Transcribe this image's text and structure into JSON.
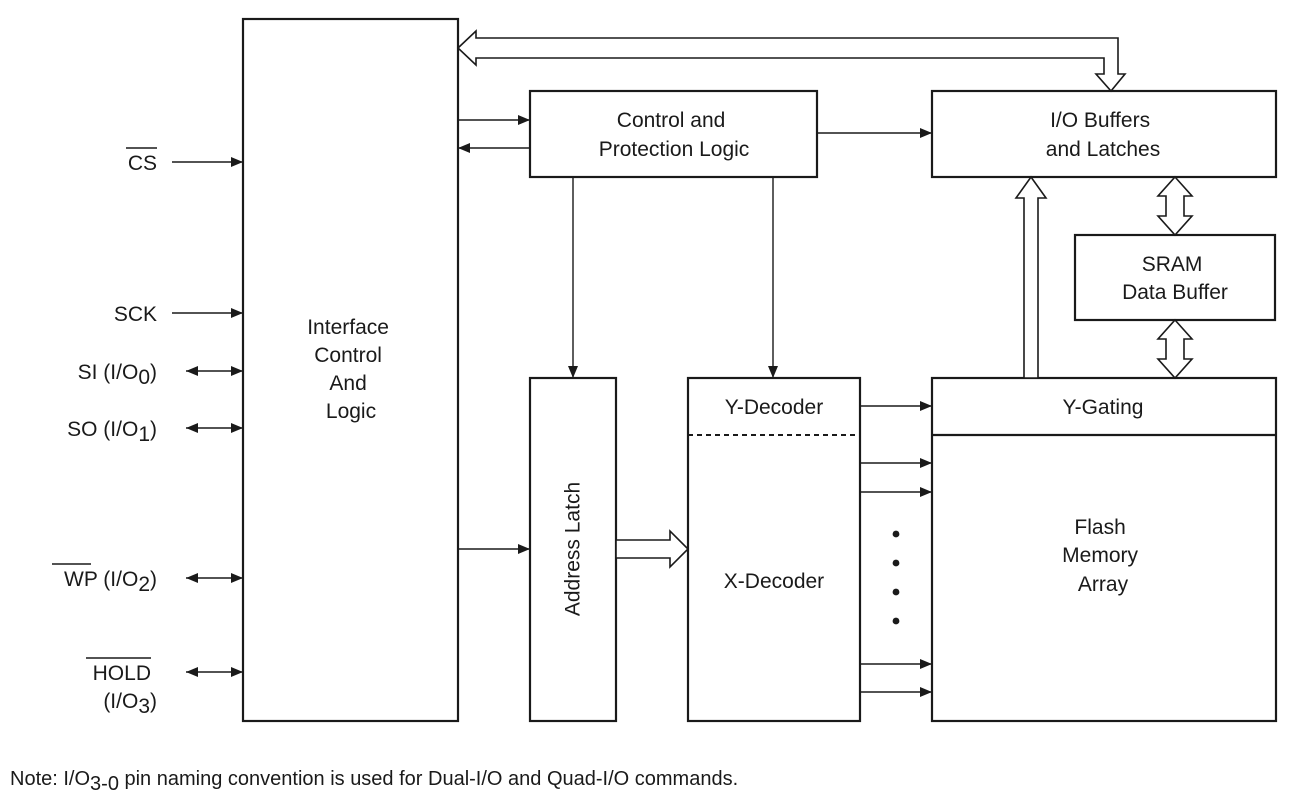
{
  "signals": {
    "cs": "CS",
    "sck": "SCK",
    "si_main": "SI (I/O",
    "si_sub": "0",
    "so_main": "SO (I/O",
    "so_sub": "1",
    "wp_bar": "WP",
    "wp_main": " (I/O",
    "wp_sub": "2",
    "hold": "HOLD",
    "hold_main": "(I/O",
    "hold_sub": "3",
    "close_paren": ")"
  },
  "blocks": {
    "interface": [
      "Interface",
      "Control",
      "And",
      "Logic"
    ],
    "control": [
      "Control and",
      "Protection Logic"
    ],
    "io_buffers": [
      "I/O Buffers",
      "and Latches"
    ],
    "sram": [
      "SRAM",
      "Data Buffer"
    ],
    "address_latch": "Address Latch",
    "y_decoder": "Y-Decoder",
    "x_decoder": "X-Decoder",
    "y_gating": "Y-Gating",
    "flash": [
      "Flash",
      "Memory",
      "Array"
    ]
  },
  "note": {
    "prefix": "Note:  I/O",
    "sub": "3-0",
    "suffix": " pin naming convention is used for Dual-I/O and Quad-I/O commands."
  }
}
